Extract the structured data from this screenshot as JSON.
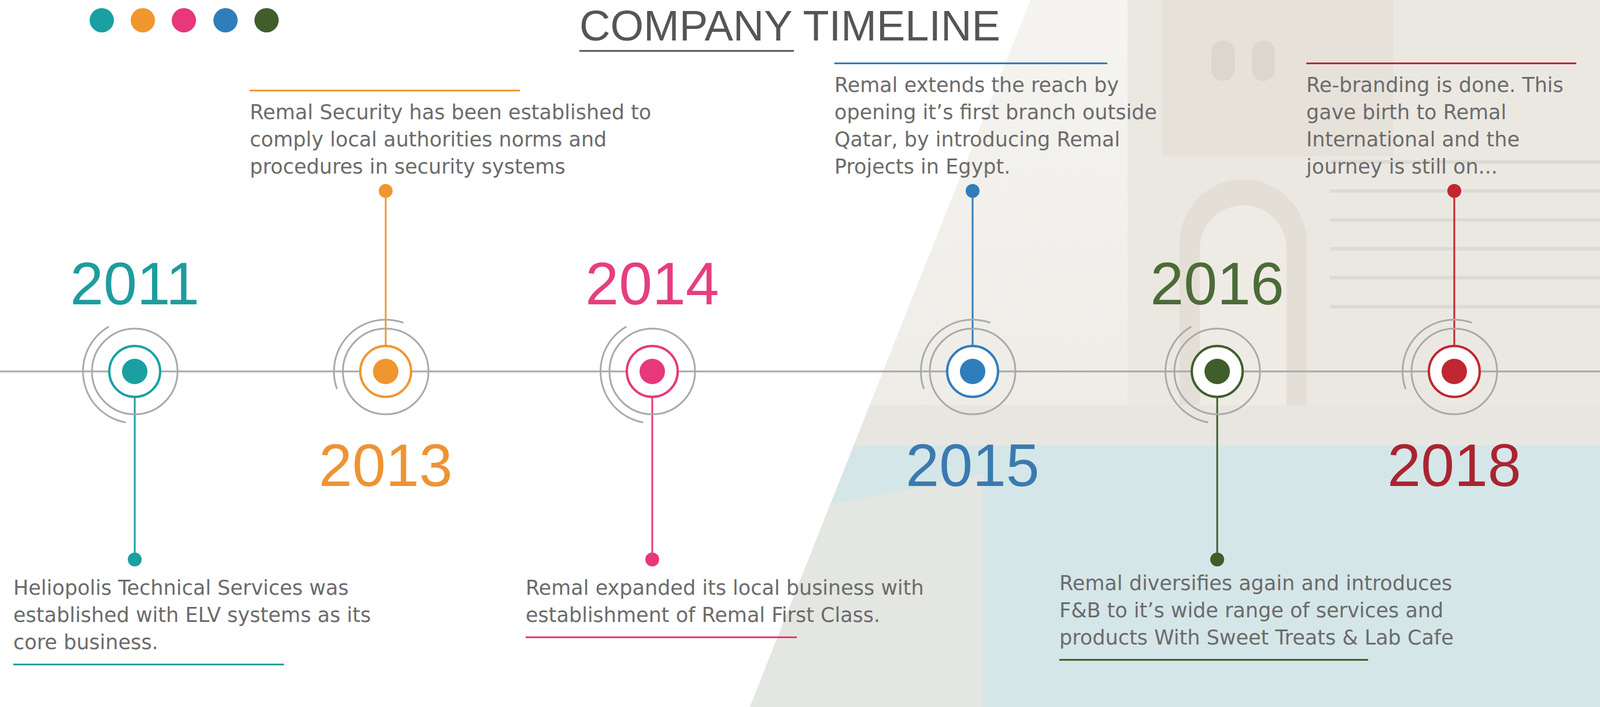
{
  "diagram": {
    "title": "COMPANY TIMELINE",
    "nodes": [
      {
        "text": [
          "2011"
        ]
      },
      {
        "text": [
          "2013"
        ]
      },
      {
        "text": [
          "2014"
        ]
      },
      {
        "text": [
          "2015"
        ]
      },
      {
        "text": [
          "2016"
        ]
      },
      {
        "text": [
          "2018"
        ]
      }
    ],
    "edges": [
      {
        "from": 0,
        "to": 1,
        "arrow": "none"
      },
      {
        "from": 1,
        "to": 2,
        "arrow": "none"
      },
      {
        "from": 2,
        "to": 3,
        "arrow": "none"
      },
      {
        "from": 3,
        "to": 4,
        "arrow": "none"
      },
      {
        "from": 4,
        "to": 5,
        "arrow": "none"
      }
    ],
    "labels": [
      "Heliopolis Technical Services was established with ELV systems as its core business.",
      "Remal Security has been established to comply local authorities norms and procedures in security systems",
      "Remal expanded its local business with establishment of Remal First Class.",
      "Remal extends the reach by opening it’s first branch outside Qatar, by introducing Remal Projects in Egypt.",
      "Remal diversifies again and introduces F&B to it’s wide range of services and products With Sweet Treats & Lab Cafe",
      "Re-branding is done. This gave birth to Remal International and the journey is still on..."
    ]
  }
}
